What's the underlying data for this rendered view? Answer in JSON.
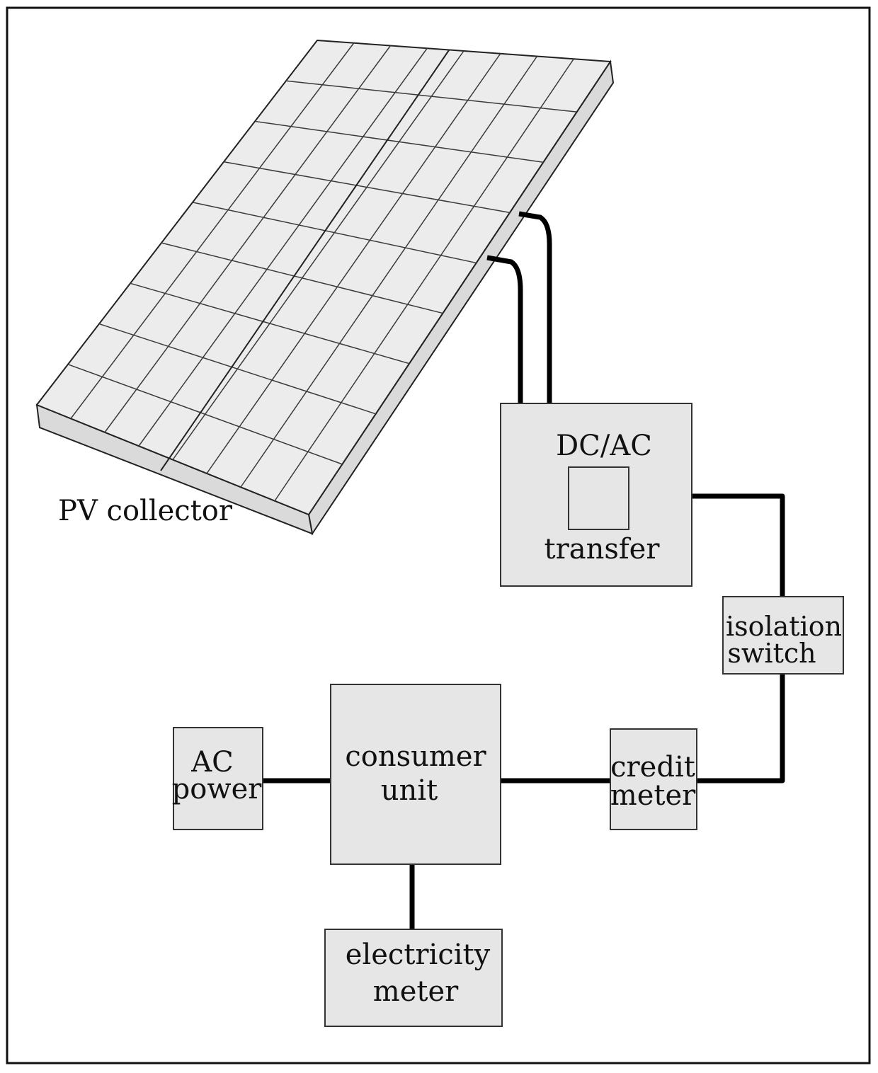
{
  "colors": {
    "box_fill": "#e6e6e6",
    "panel_top": "#ececec",
    "panel_side": "#dadada",
    "wire": "#000000",
    "frame": "#111111"
  },
  "labels": {
    "pv_collector": "PV collector",
    "dc_ac": "DC/AC",
    "transfer": "transfer",
    "isolation_switch": [
      "isolation",
      "switch"
    ],
    "ac_power": [
      "AC",
      "power"
    ],
    "consumer_unit": [
      "consumer",
      "unit"
    ],
    "credit_meter": [
      "credit",
      "meter"
    ],
    "electricity_meter": [
      "electricity",
      "meter"
    ]
  },
  "panel": {
    "rows": 9,
    "columns": 8
  }
}
